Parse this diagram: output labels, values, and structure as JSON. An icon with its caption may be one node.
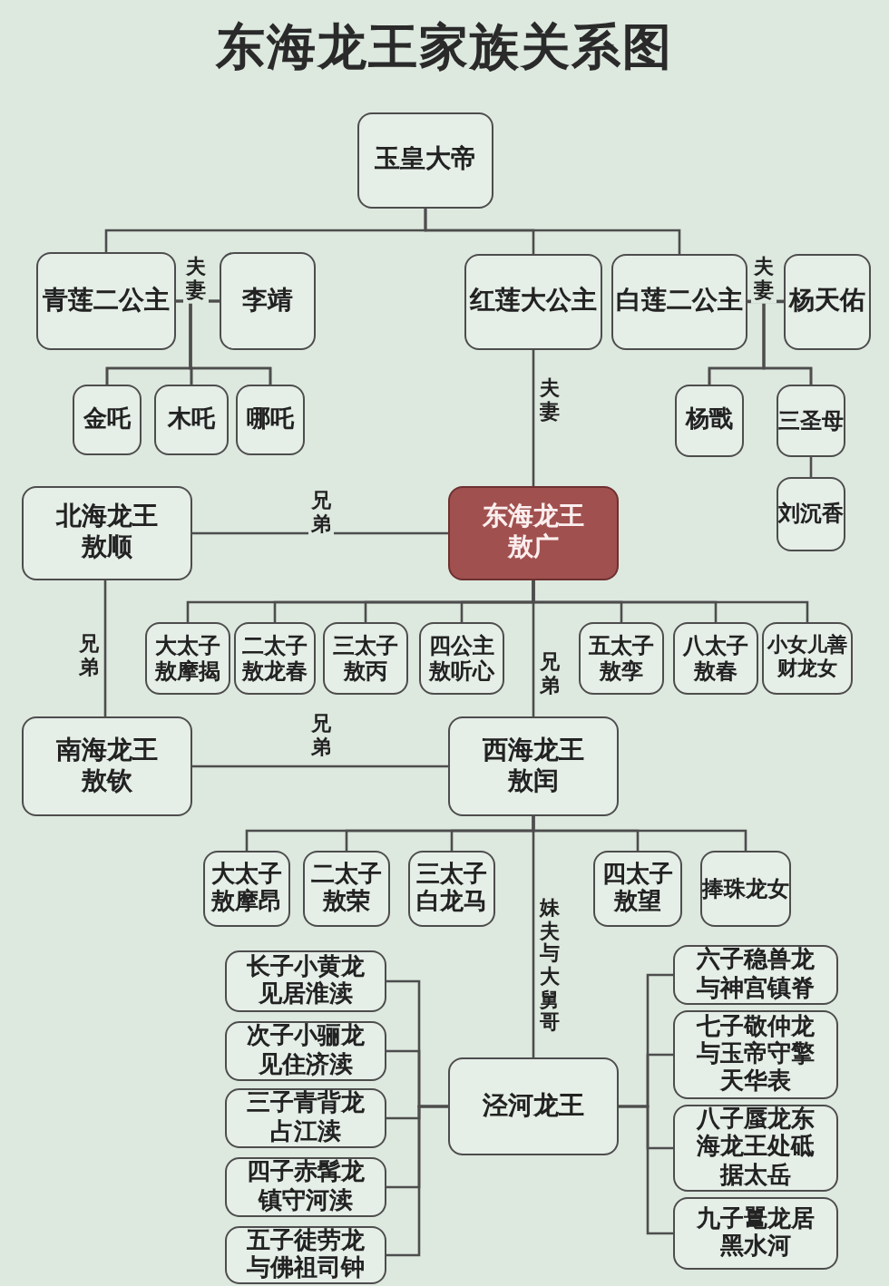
{
  "diagram": {
    "title": "东海龙王家族关系图",
    "nodes": [
      {
        "text": [
          "玉皇大帝"
        ]
      },
      {
        "text": [
          "青莲二公主"
        ]
      },
      {
        "text": [
          "李靖"
        ]
      },
      {
        "text": [
          "红莲大公主"
        ]
      },
      {
        "text": [
          "白莲二公主"
        ]
      },
      {
        "text": [
          "杨天佑"
        ]
      },
      {
        "text": [
          "金吒"
        ]
      },
      {
        "text": [
          "木吒"
        ]
      },
      {
        "text": [
          "哪吒"
        ]
      },
      {
        "text": [
          "杨戬"
        ]
      },
      {
        "text": [
          "三圣母"
        ]
      },
      {
        "text": [
          "刘沉香"
        ]
      },
      {
        "text": [
          "北海龙王敖顺"
        ]
      },
      {
        "text": [
          "东海龙王敖广"
        ]
      },
      {
        "text": [
          "大太子敖摩揭"
        ]
      },
      {
        "text": [
          "二太子敖龙春"
        ]
      },
      {
        "text": [
          "三太子敖丙"
        ]
      },
      {
        "text": [
          "四公主敖听心"
        ]
      },
      {
        "text": [
          "五太子敖孪"
        ]
      },
      {
        "text": [
          "八太子敖春"
        ]
      },
      {
        "text": [
          "小女儿善财龙女"
        ]
      },
      {
        "text": [
          "南海龙王敖钦"
        ]
      },
      {
        "text": [
          "西海龙王敖闰"
        ]
      },
      {
        "text": [
          "大太子敖摩昂"
        ]
      },
      {
        "text": [
          "二太子敖荣"
        ]
      },
      {
        "text": [
          "三太子白龙马"
        ]
      },
      {
        "text": [
          "四太子敖望"
        ]
      },
      {
        "text": [
          "捧珠龙女"
        ]
      },
      {
        "text": [
          "泾河龙王"
        ]
      },
      {
        "text": [
          "长子小黄龙见居淮渎"
        ]
      },
      {
        "text": [
          "次子小骊龙见住济渎"
        ]
      },
      {
        "text": [
          "三子青背龙占江渎"
        ]
      },
      {
        "text": [
          "四子赤髯龙镇守河渎"
        ]
      },
      {
        "text": [
          "五子徒劳龙与佛祖司钟"
        ]
      },
      {
        "text": [
          "六子稳兽龙与神宫镇脊"
        ]
      },
      {
        "text": [
          "七子敬仲龙与玉帝守擎天华表"
        ]
      },
      {
        "text": [
          "八子蜃龙东海龙王处砥据太岳"
        ]
      },
      {
        "text": [
          "九子鼍龙居黑水河"
        ]
      }
    ],
    "edges": [
      {
        "from": 0,
        "to": 1,
        "arrow": "none"
      },
      {
        "from": 0,
        "to": 3,
        "arrow": "none"
      },
      {
        "from": 0,
        "to": 4,
        "arrow": "none"
      },
      {
        "from": 1,
        "to": 2,
        "arrow": "none",
        "label": "夫妻"
      },
      {
        "from": 1,
        "to": 6,
        "arrow": "none"
      },
      {
        "from": 1,
        "to": 7,
        "arrow": "none"
      },
      {
        "from": 1,
        "to": 8,
        "arrow": "none"
      },
      {
        "from": 2,
        "to": 6,
        "arrow": "none"
      },
      {
        "from": 2,
        "to": 7,
        "arrow": "none"
      },
      {
        "from": 2,
        "to": 8,
        "arrow": "none"
      },
      {
        "from": 3,
        "to": 13,
        "arrow": "none",
        "label": "夫妻"
      },
      {
        "from": 4,
        "to": 5,
        "arrow": "none",
        "label": "夫妻"
      },
      {
        "from": 4,
        "to": 9,
        "arrow": "none"
      },
      {
        "from": 4,
        "to": 10,
        "arrow": "none"
      },
      {
        "from": 5,
        "to": 9,
        "arrow": "none"
      },
      {
        "from": 5,
        "to": 10,
        "arrow": "none"
      },
      {
        "from": 10,
        "to": 11,
        "arrow": "none"
      },
      {
        "from": 12,
        "to": 13,
        "arrow": "none",
        "label": "兄弟"
      },
      {
        "from": 13,
        "to": 14,
        "arrow": "none"
      },
      {
        "from": 13,
        "to": 15,
        "arrow": "none"
      },
      {
        "from": 13,
        "to": 16,
        "arrow": "none"
      },
      {
        "from": 13,
        "to": 17,
        "arrow": "none"
      },
      {
        "from": 13,
        "to": 18,
        "arrow": "none"
      },
      {
        "from": 13,
        "to": 19,
        "arrow": "none"
      },
      {
        "from": 13,
        "to": 20,
        "arrow": "none"
      },
      {
        "from": 12,
        "to": 21,
        "arrow": "none",
        "label": "兄弟"
      },
      {
        "from": 13,
        "to": 22,
        "arrow": "none",
        "label": "兄弟"
      },
      {
        "from": 21,
        "to": 22,
        "arrow": "none",
        "label": "兄弟"
      },
      {
        "from": 22,
        "to": 23,
        "arrow": "none"
      },
      {
        "from": 22,
        "to": 24,
        "arrow": "none"
      },
      {
        "from": 22,
        "to": 25,
        "arrow": "none"
      },
      {
        "from": 22,
        "to": 26,
        "arrow": "none"
      },
      {
        "from": 22,
        "to": 27,
        "arrow": "none"
      },
      {
        "from": 22,
        "to": 28,
        "arrow": "none",
        "label": "妹夫与大舅哥"
      },
      {
        "from": 28,
        "to": 29,
        "arrow": "none"
      },
      {
        "from": 28,
        "to": 30,
        "arrow": "none"
      },
      {
        "from": 28,
        "to": 31,
        "arrow": "none"
      },
      {
        "from": 28,
        "to": 32,
        "arrow": "none"
      },
      {
        "from": 28,
        "to": 33,
        "arrow": "none"
      },
      {
        "from": 28,
        "to": 34,
        "arrow": "none"
      },
      {
        "from": 28,
        "to": 35,
        "arrow": "none"
      },
      {
        "from": 28,
        "to": 36,
        "arrow": "none"
      },
      {
        "from": 28,
        "to": 37,
        "arrow": "none"
      }
    ]
  }
}
